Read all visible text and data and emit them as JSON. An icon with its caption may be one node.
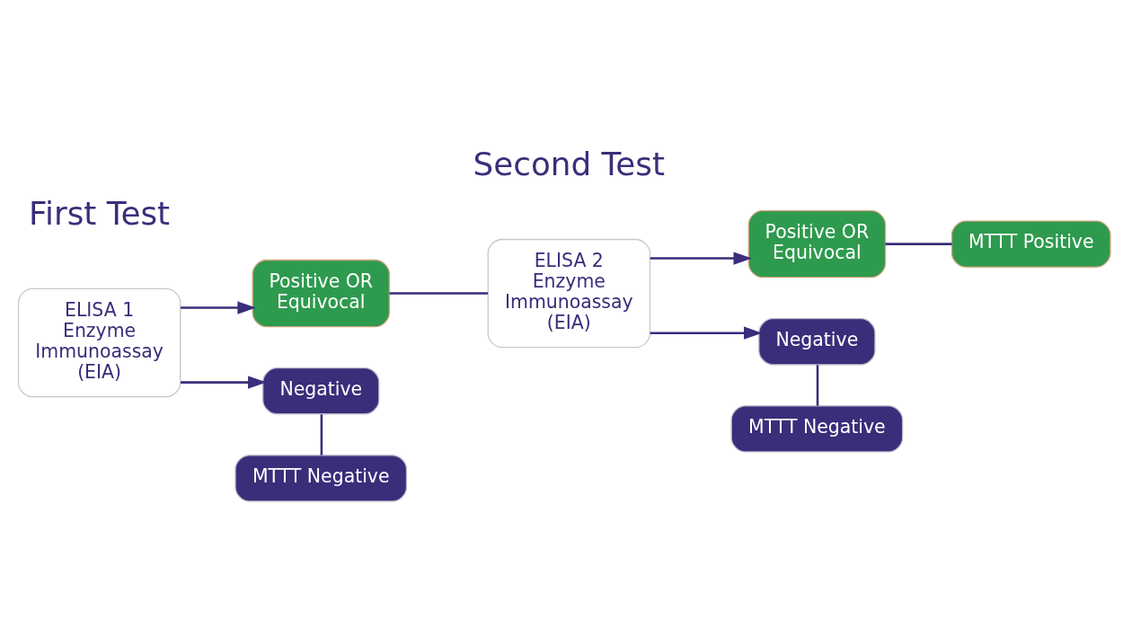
{
  "diagram": {
    "nodes": [
      {
        "text": [
          "ELISA 1",
          "Enzyme Immunoassay (EIA)"
        ]
      },
      {
        "text": [
          "Positive OR Equivocal"
        ]
      },
      {
        "text": [
          "Negative"
        ]
      },
      {
        "text": [
          "MTTT Negative"
        ]
      },
      {
        "text": [
          "ELISA 2",
          "Enzyme Immunoassay (EIA)"
        ]
      },
      {
        "text": [
          "Positive OR Equivocal"
        ]
      },
      {
        "text": [
          "MTTT Positive"
        ]
      },
      {
        "text": [
          "Negative"
        ]
      },
      {
        "text": [
          "MTTT Negative"
        ]
      }
    ],
    "edges": [
      {
        "from": 0,
        "to": 1,
        "arrow": "to"
      },
      {
        "from": 0,
        "to": 2,
        "arrow": "to"
      },
      {
        "from": 2,
        "to": 3,
        "arrow": "none"
      },
      {
        "from": 1,
        "to": 4,
        "arrow": "none"
      },
      {
        "from": 4,
        "to": 5,
        "arrow": "to"
      },
      {
        "from": 4,
        "to": 7,
        "arrow": "to"
      },
      {
        "from": 5,
        "to": 6,
        "arrow": "none"
      },
      {
        "from": 7,
        "to": 8,
        "arrow": "none"
      }
    ],
    "labels": [
      "First Test",
      "Second Test"
    ]
  }
}
